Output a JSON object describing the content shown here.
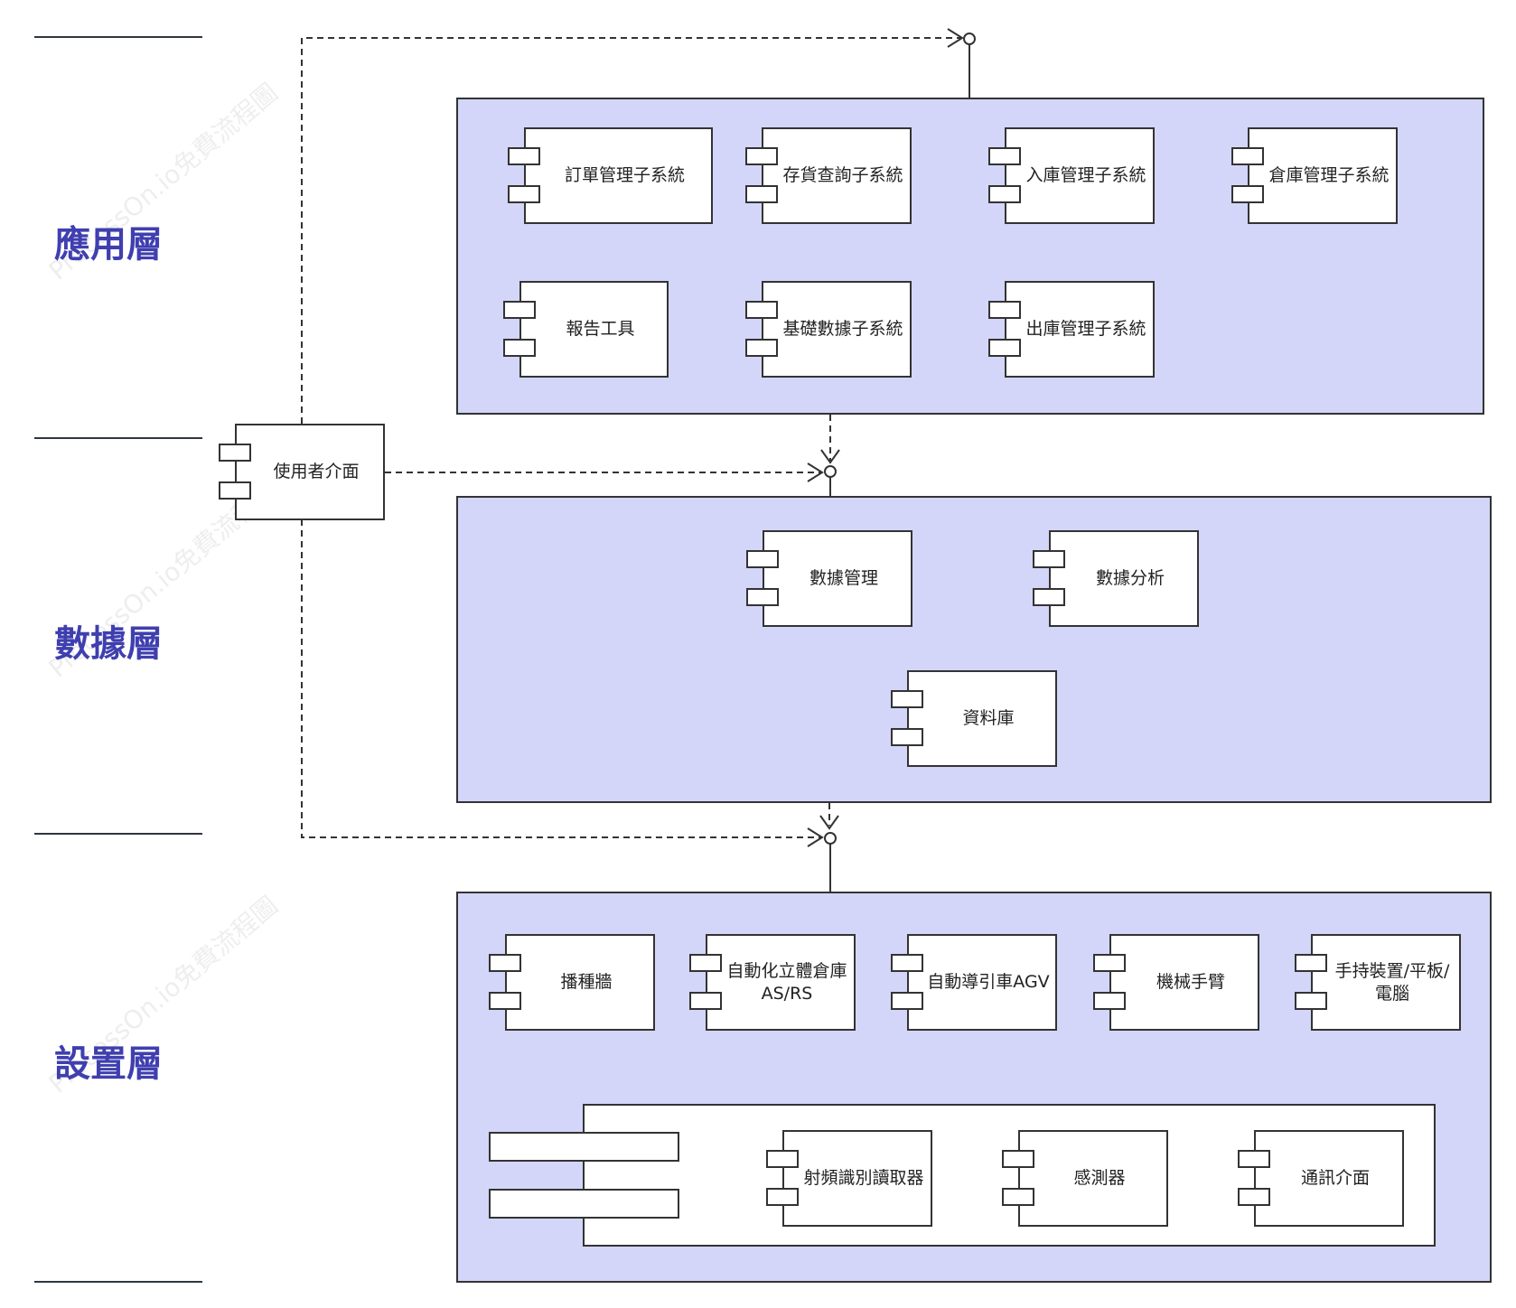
{
  "colors": {
    "layer_fill": "#d3d6f8",
    "layer_label": "#3f3fb0",
    "stroke": "#333333"
  },
  "layers": [
    {
      "label": "應用層",
      "components": [
        "訂單管理子系統",
        "存貨查詢子系統",
        "入庫管理子系統",
        "倉庫管理子系統",
        "報告工具",
        "基礎數據子系統",
        "出庫管理子系統"
      ]
    },
    {
      "label": "數據層",
      "components": [
        "數據管理",
        "數據分析",
        "資料庫"
      ]
    },
    {
      "label": "設置層",
      "components": [
        "播種牆",
        "自動化立體倉庫\nAS/RS",
        "自動導引車AGV",
        "機械手臂",
        "手持裝置/平板/\n電腦"
      ],
      "group_components": [
        "射頻識別讀取器",
        "感測器",
        "通訊介面"
      ]
    }
  ],
  "user_interface": "使用者介面",
  "watermark": "ProcessOn.io免費流程圖"
}
